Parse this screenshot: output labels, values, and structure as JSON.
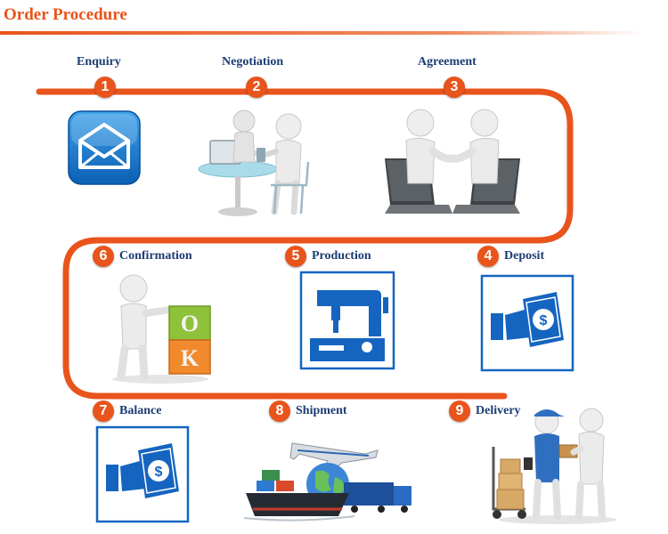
{
  "header": {
    "title": "Order Procedure"
  },
  "colors": {
    "accent": "#e8541c",
    "label": "#1b3c73",
    "icon_blue": "#1565c0"
  },
  "steps": [
    {
      "number": "1",
      "label": "Enquiry",
      "icon": "envelope-icon"
    },
    {
      "number": "2",
      "label": "Negotiation",
      "icon": "meeting-figures-icon"
    },
    {
      "number": "3",
      "label": "Agreement",
      "icon": "handshake-laptops-icon"
    },
    {
      "number": "4",
      "label": "Deposit",
      "icon": "payment-hand-icon"
    },
    {
      "number": "5",
      "label": "Production",
      "icon": "sewing-machine-icon"
    },
    {
      "number": "6",
      "label": "Confirmation",
      "icon": "ok-blocks-figure-icon"
    },
    {
      "number": "7",
      "label": "Balance",
      "icon": "payment-hand-icon"
    },
    {
      "number": "8",
      "label": "Shipment",
      "icon": "globe-transport-icon"
    },
    {
      "number": "9",
      "label": "Delivery",
      "icon": "delivery-figures-icon"
    }
  ],
  "ok_blocks": {
    "letter_top": "O",
    "letter_bottom": "K"
  }
}
